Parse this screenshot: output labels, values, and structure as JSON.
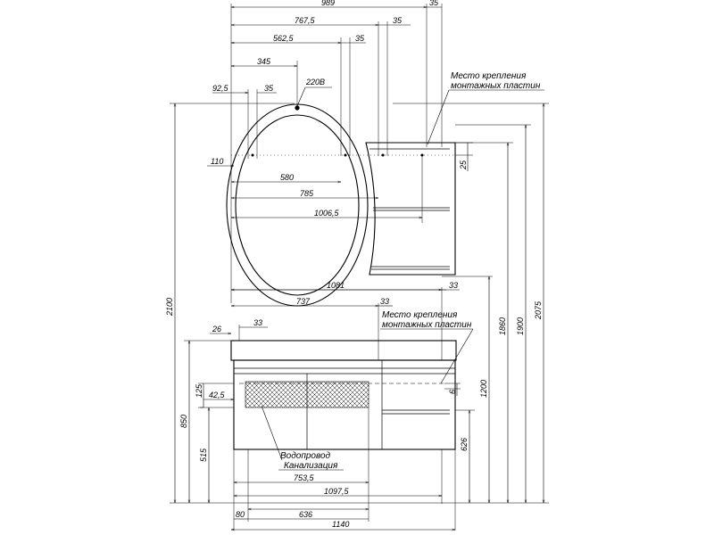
{
  "dimensions": {
    "d989": "989",
    "d35_top": "35",
    "d767_5": "767,5",
    "d35_a": "35",
    "d562_5": "562,5",
    "d35_b": "35",
    "d345": "345",
    "d92_5": "92,5",
    "d35_c": "35",
    "d220v": "220В",
    "d110": "110",
    "d580": "580",
    "d785": "785",
    "d1006_5": "1006,5",
    "d25": "25",
    "d737": "737",
    "d1081": "1081",
    "d33_a": "33",
    "d33_b": "33",
    "d26": "26",
    "d33_c": "33",
    "d125": "125",
    "d42_5": "42,5",
    "d6": "6",
    "d850": "850",
    "d515": "515",
    "d626": "626",
    "d753_5": "753,5",
    "d1097_5": "1097,5",
    "d80": "80",
    "d636": "636",
    "d1140": "1140",
    "d2100": "2100",
    "d1860": "1860",
    "d1900": "1900",
    "d2075": "2075",
    "d1200": "1200"
  },
  "notes": {
    "mount_top_1": "Место крепления",
    "mount_top_2": "монтажных пластин",
    "mount_bottom_1": "Место крепления",
    "mount_bottom_2": "монтажных пластин",
    "water_1": "Водопровод",
    "water_2": "Канализация"
  }
}
